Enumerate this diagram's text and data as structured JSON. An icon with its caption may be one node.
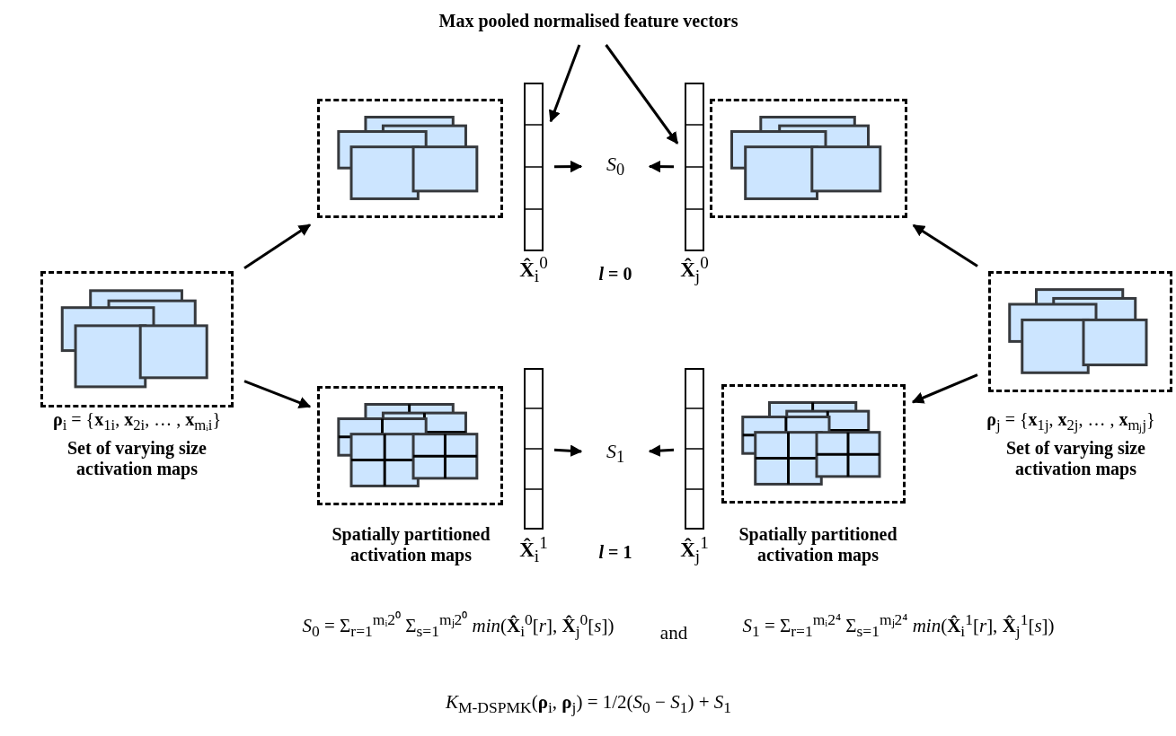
{
  "diagram": {
    "nodes": [
      {
        "text": [],
        "shape": "picture",
        "beside": [
          "**ρ**$_{i}$ = {**x**$_{1i}$, **x**$_{2i}$, … , **x**$_{mᵢi}$}",
          "Set of varying size activation maps"
        ]
      },
      {
        "text": [],
        "shape": "picture"
      },
      {
        "text": [],
        "shape": "picture",
        "beside": [
          "Spatially partitioned activation maps"
        ]
      },
      {
        "text": [],
        "shape": "bar",
        "beside": [
          "**X̂**$_{i}$$^{0}$"
        ]
      },
      {
        "text": [],
        "shape": "bar",
        "beside": [
          "**X̂**$_{j}$$^{0}$"
        ]
      },
      {
        "text": [
          "*S*$_{0}$"
        ]
      },
      {
        "text": [],
        "shape": "bar",
        "beside": [
          "**X̂**$_{i}$$^{1}$"
        ]
      },
      {
        "text": [],
        "shape": "bar",
        "beside": [
          "**X̂**$_{j}$$^{1}$"
        ]
      },
      {
        "text": [
          "*S*$_{1}$"
        ]
      },
      {
        "text": [],
        "shape": "picture"
      },
      {
        "text": [],
        "shape": "picture",
        "beside": [
          "Spatially partitioned activation maps"
        ]
      },
      {
        "text": [],
        "shape": "picture",
        "beside": [
          "**ρ**$_{j}$ = {**x**$_{1j}$, **x**$_{2j}$, … , **x**$_{mⱼj}$}",
          "Set of varying size activation maps"
        ]
      },
      {
        "text": [
          "Max pooled normalised feature vectors"
        ]
      }
    ],
    "edges": [
      {
        "from": 0,
        "to": 1,
        "arrow": "to"
      },
      {
        "from": 0,
        "to": 2,
        "arrow": "to"
      },
      {
        "from": 3,
        "to": 5,
        "arrow": "to"
      },
      {
        "from": 4,
        "to": 5,
        "arrow": "to"
      },
      {
        "from": 6,
        "to": 8,
        "arrow": "to"
      },
      {
        "from": 7,
        "to": 8,
        "arrow": "to"
      },
      {
        "from": 11,
        "to": 9,
        "arrow": "to"
      },
      {
        "from": 11,
        "to": 10,
        "arrow": "to"
      },
      {
        "from": 12,
        "to": 3,
        "arrow": "to"
      },
      {
        "from": 12,
        "to": 4,
        "arrow": "to"
      }
    ],
    "labels": [
      "*l* = 0",
      "*l* = 1",
      "*S*$_{0}$ = Σ$_{r=1}$$^{mᵢ2⁰}$ Σ$_{s=1}$$^{mⱼ2⁰}$ *min*(**X̂**$_{i}$$^{0}$[*r*], **X̂**$_{j}$$^{0}$[*s*])",
      "and",
      "*S*$_{1}$ = Σ$_{r=1}$$^{mᵢ2⁴}$ Σ$_{s=1}$$^{mⱼ2⁴}$ *min*(**X̂**$_{i}$$^{1}$[*r*], **X̂**$_{j}$$^{1}$[*s*])",
      "*K*$_{M-DSPMK}$(**ρ**$_{i}$, **ρ**$_{j}$) = 1/2(*S*$_{0}$ − *S*$_{1}$) + *S*$_{1}$"
    ]
  }
}
